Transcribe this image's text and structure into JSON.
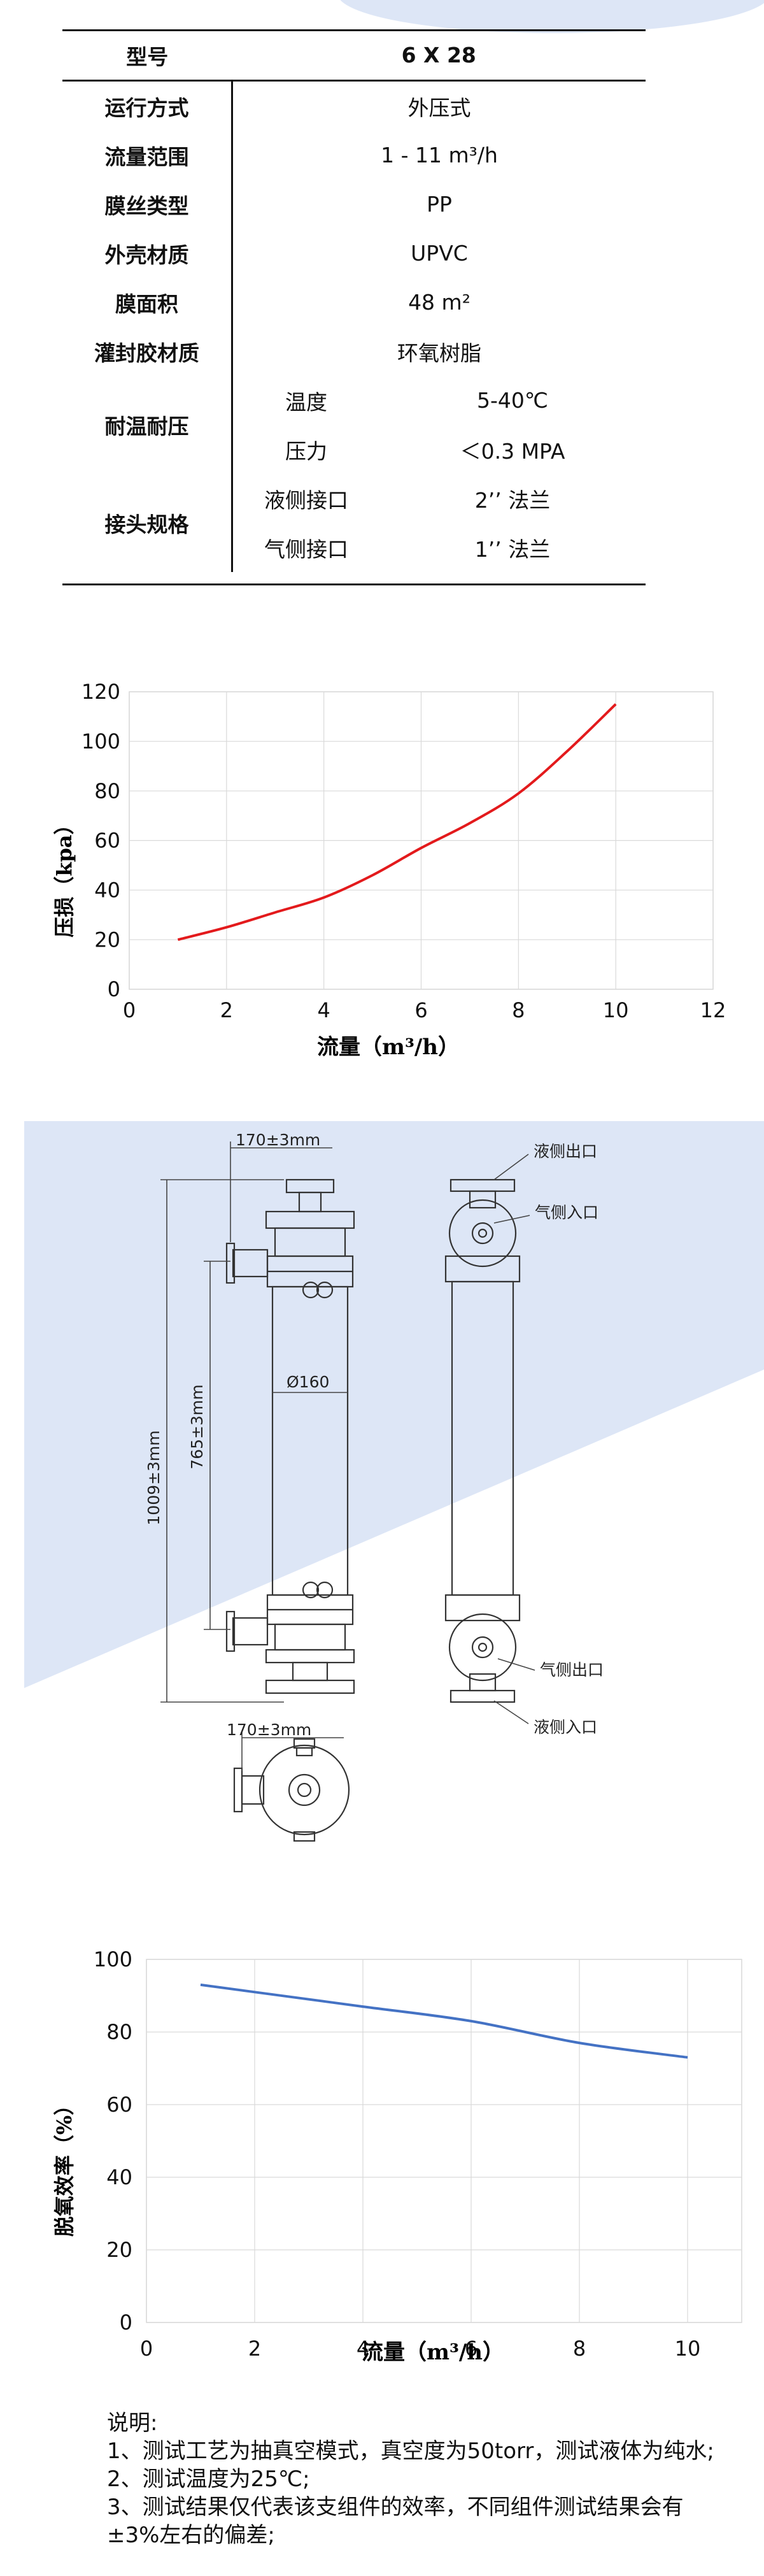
{
  "spec_table": {
    "header": {
      "label": "型号",
      "value": "6 X 28"
    },
    "rows": [
      {
        "label": "运行方式",
        "value": "外压式"
      },
      {
        "label": "流量范围",
        "value": "1 - 11 m³/h"
      },
      {
        "label": "膜丝类型",
        "value": "PP"
      },
      {
        "label": "外壳材质",
        "value": "UPVC"
      },
      {
        "label": "膜面积",
        "value": "48 m²"
      },
      {
        "label": "灌封胶材质",
        "value": "环氧树脂"
      }
    ],
    "temp_pressure": {
      "label": "耐温耐压",
      "temp_label": "温度",
      "temp_value": "5-40℃",
      "pressure_label": "压力",
      "pressure_value": "＜0.3 MPA"
    },
    "connectors": {
      "label": "接头规格",
      "liquid_label": "液侧接口",
      "liquid_value": "2’’ 法兰",
      "gas_label": "气侧接口",
      "gas_value": "1’’ 法兰"
    }
  },
  "chart_data": [
    {
      "type": "line",
      "xlabel": "流量（m³/h）",
      "ylabel": "压损（kpa）",
      "xlim": [
        0,
        12
      ],
      "ylim": [
        0,
        120
      ],
      "xticks": [
        0,
        2,
        4,
        6,
        8,
        10,
        12
      ],
      "yticks": [
        0,
        20,
        40,
        60,
        80,
        100,
        120
      ],
      "grid": true,
      "color": "#e31a1c",
      "x": [
        1,
        2,
        3,
        4,
        5,
        6,
        7,
        8,
        9,
        10
      ],
      "y": [
        20,
        25,
        31,
        37,
        46,
        57,
        67,
        79,
        96,
        115
      ]
    },
    {
      "type": "line",
      "xlabel": "流量（m³/h）",
      "ylabel": "脱氧效率（%）",
      "xlim": [
        0,
        11
      ],
      "ylim": [
        0,
        100
      ],
      "xticks": [
        0,
        2,
        4,
        6,
        8,
        10
      ],
      "yticks": [
        0,
        20,
        40,
        60,
        80,
        100
      ],
      "grid": true,
      "color": "#4472c4",
      "x": [
        1,
        2,
        4,
        6,
        8,
        10
      ],
      "y": [
        93,
        91,
        87,
        83,
        77,
        73
      ]
    }
  ],
  "drawing": {
    "dim_top": "170±3mm",
    "dim_height": "1009±3mm",
    "dim_inner": "765±3mm",
    "dim_diameter": "Ø160",
    "liquid_outlet": "液侧出口",
    "gas_inlet": "气侧入口",
    "gas_outlet": "气侧出口",
    "liquid_inlet": "液侧入口",
    "dim_bottom": "170±3mm"
  },
  "notes": {
    "title": "说明:",
    "items": [
      "1、测试工艺为抽真空模式，真空度为50torr，测试液体为纯水;",
      "2、测试温度为25℃;",
      "3、测试结果仅代表该支组件的效率，不同组件测试结果会有±3%左右的偏差;"
    ]
  },
  "colors": {
    "accent_blob": "#dde6f6",
    "red_line": "#e31a1c",
    "blue_line": "#4472c4"
  }
}
